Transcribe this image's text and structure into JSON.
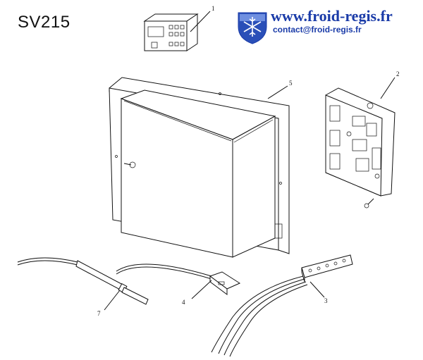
{
  "header": {
    "model": "SV215",
    "website": "www.froid-regis.fr",
    "email": "contact@froid-regis.fr"
  },
  "parts": [
    {
      "label": "1"
    },
    {
      "label": "2"
    },
    {
      "label": "3"
    },
    {
      "label": "4"
    },
    {
      "label": "5"
    },
    {
      "label": "7"
    }
  ],
  "colors": {
    "brand": "#1a3ba8",
    "line": "#111111"
  },
  "logo_icon": "snowflake-icon"
}
